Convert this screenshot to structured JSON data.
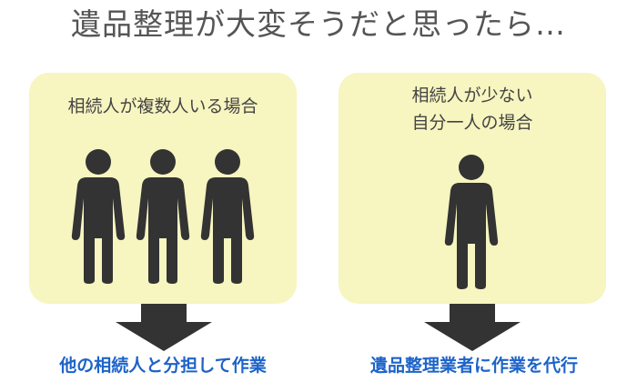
{
  "title": "遺品整理が大変そうだと思ったら…",
  "left_card": {
    "label": "相続人が複数人いる場合",
    "result": "他の相続人と分担して作業"
  },
  "right_card": {
    "label_lines": [
      "相続人が少ない",
      "自分一人の場合"
    ],
    "result": "遺品整理業者に作業を代行"
  },
  "colors": {
    "card_bg": "#f7f5c0",
    "figure": "#333333",
    "result_text": "#1d63c9",
    "title_text": "#555555"
  },
  "icons": {
    "person": "person-icon",
    "arrow": "arrow-down-icon"
  }
}
